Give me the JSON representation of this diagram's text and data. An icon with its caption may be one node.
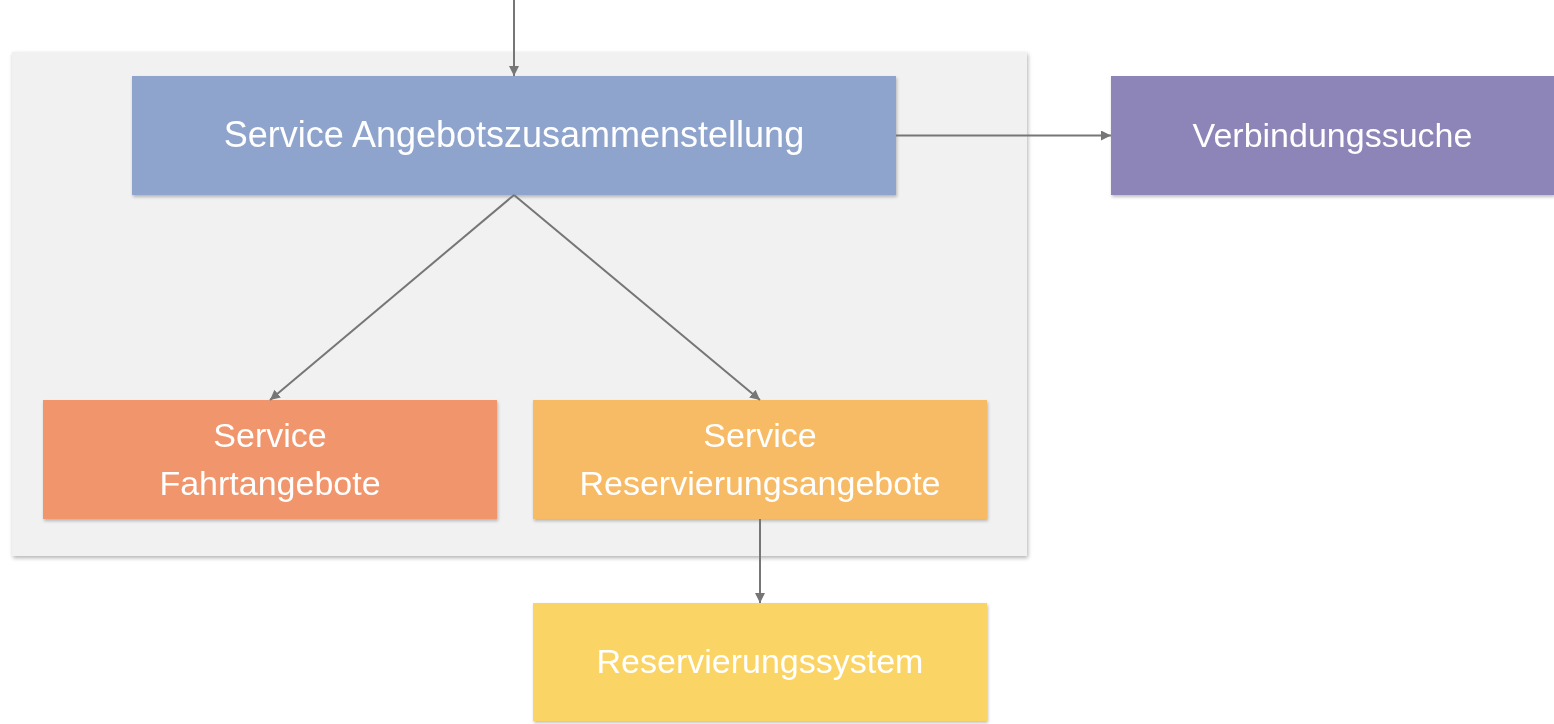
{
  "diagram": {
    "nodes": [
      {
        "text": [],
        "shape": "box"
      },
      {
        "text": [
          "Service Angebotszusammenstellung"
        ],
        "in": 0
      },
      {
        "text": [
          "Verbindungssuche"
        ]
      },
      {
        "text": [
          "Service Fahrtangebote"
        ],
        "in": 0
      },
      {
        "text": [
          "Service Reservierungsangebote"
        ],
        "in": 0
      },
      {
        "text": [
          "Reservierungssystem"
        ]
      }
    ],
    "edges": [
      {
        "from": null,
        "to": 1,
        "arrow": "to"
      },
      {
        "from": 1,
        "to": 2,
        "arrow": "to"
      },
      {
        "from": 1,
        "to": 3,
        "arrow": "to"
      },
      {
        "from": 1,
        "to": 4,
        "arrow": "to"
      },
      {
        "from": 4,
        "to": 5,
        "arrow": "to"
      }
    ]
  }
}
